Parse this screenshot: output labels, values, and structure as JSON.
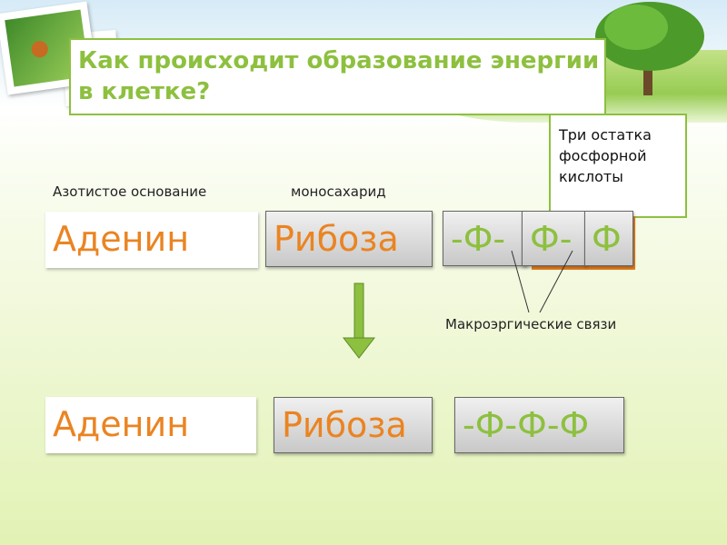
{
  "title": "Как происходит образование энергии в клетке?",
  "callout": "Три остатка фосфорной кислоты",
  "labels": {
    "base": "Азотистое основание",
    "sugar": "моносахарид",
    "bonds": "Макроэргические связи"
  },
  "row1": {
    "base": "Аденин",
    "sugar": "Рибоза",
    "p1": "-Ф-",
    "p2": "Ф-",
    "p3": "Ф"
  },
  "row2": {
    "base": "Аденин",
    "sugar": "Рибоза",
    "phosphates": "-Ф-Ф-Ф"
  },
  "colors": {
    "accent": "#8dc03f",
    "orange": "#ea8422"
  }
}
